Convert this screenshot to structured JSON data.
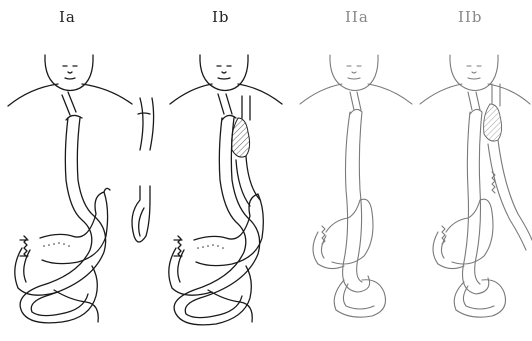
{
  "panels": [
    {
      "label": "Ia",
      "color": "#222222"
    },
    {
      "label": "Ib",
      "color": "#222222"
    },
    {
      "label": "IIa",
      "color": "#888888"
    },
    {
      "label": "IIb",
      "color": "#888888"
    }
  ]
}
